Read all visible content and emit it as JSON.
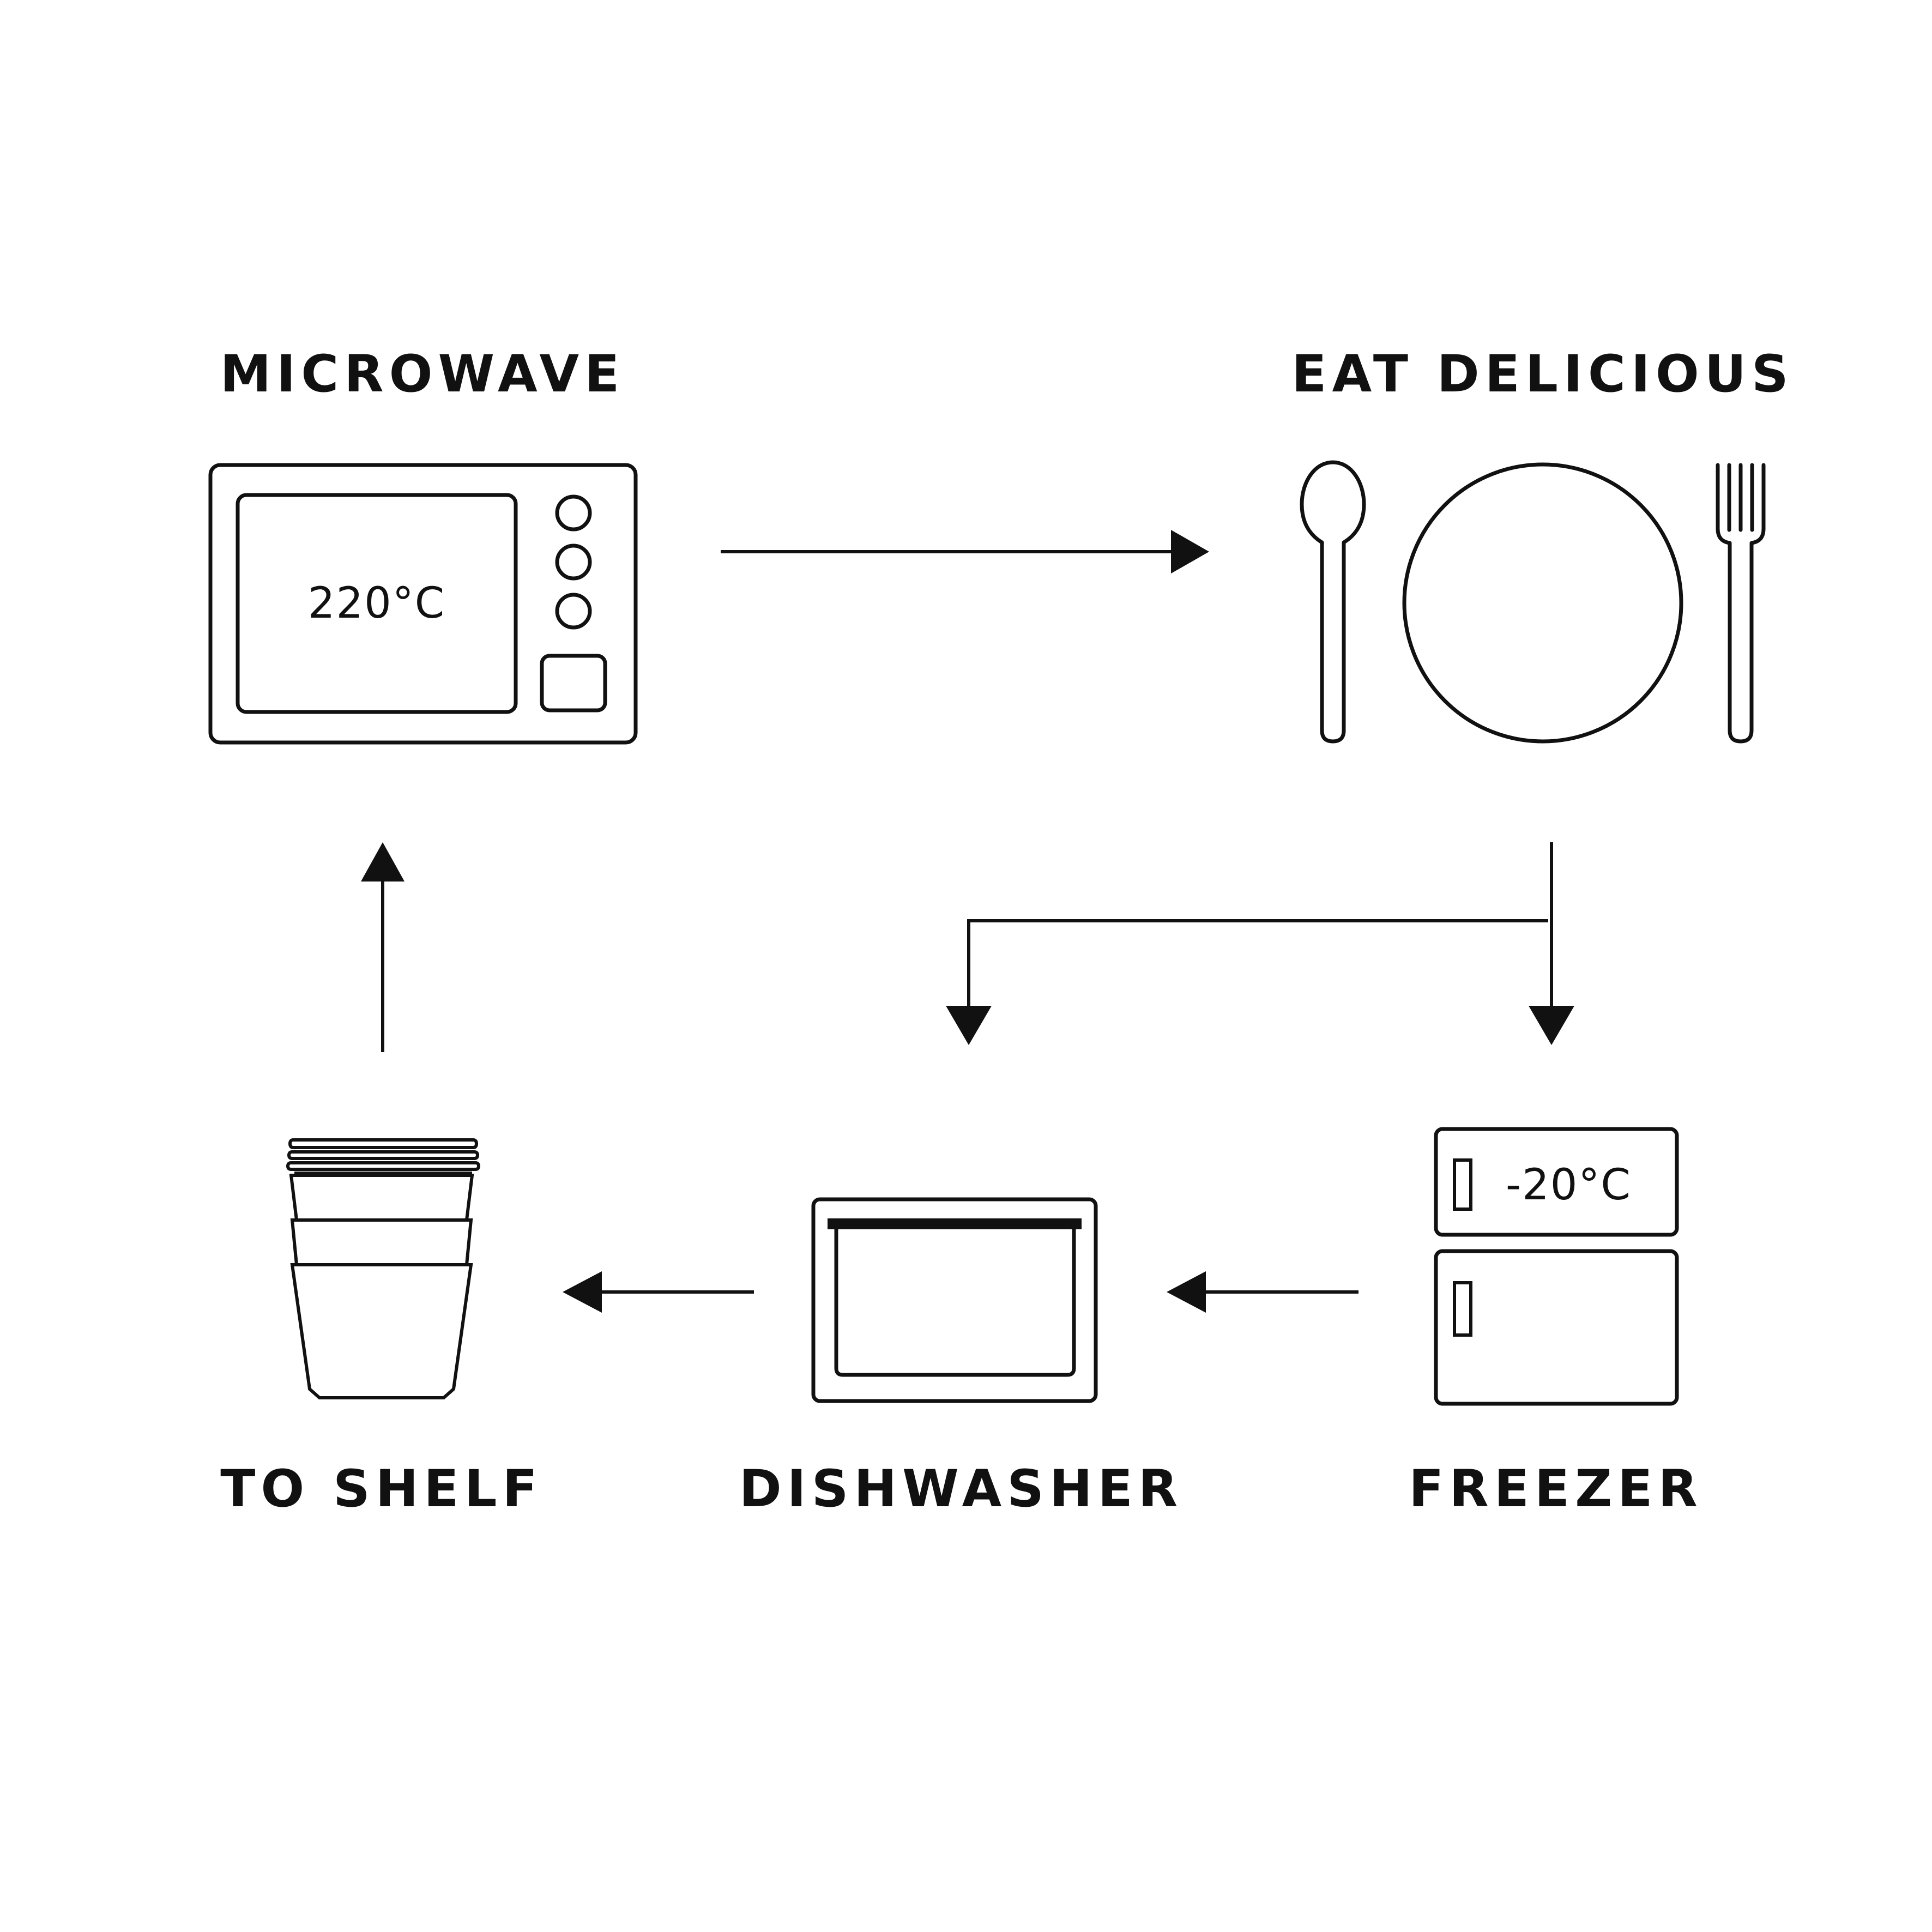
{
  "steps": {
    "microwave": {
      "label": "MICROWAVE",
      "display": "220°C",
      "icon": "microwave-icon"
    },
    "eat": {
      "label": "EAT DELICIOUS",
      "icon": "plate-cutlery-icon"
    },
    "freezer": {
      "label": "FREEZER",
      "display": "-20°C",
      "icon": "fridge-freezer-icon"
    },
    "dishwasher": {
      "label": "DISHWASHER",
      "icon": "dishwasher-icon"
    },
    "shelf": {
      "label": "TO SHELF",
      "icon": "stacked-containers-icon"
    }
  },
  "colors": {
    "background": "#ffffff",
    "ink": "#111111"
  }
}
